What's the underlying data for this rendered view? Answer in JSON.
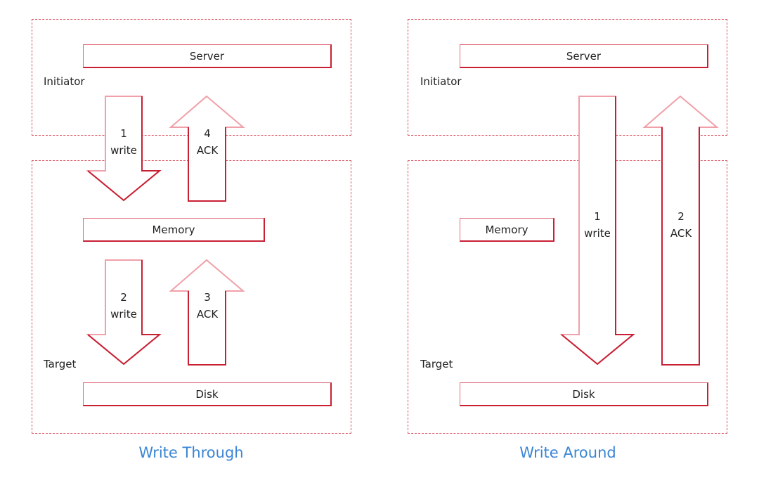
{
  "colors": {
    "accent": "#d9505f",
    "arrow_light": "#f0a0a8",
    "arrow_dark": "#c81f33",
    "caption": "#3a86d4"
  },
  "panels": [
    {
      "caption": "Write Through",
      "initiator_label": "Initiator",
      "target_label": "Target",
      "server": "Server",
      "memory": "Memory",
      "disk": "Disk",
      "arrows": [
        {
          "num": "1",
          "text": "write",
          "direction": "down"
        },
        {
          "num": "4",
          "text": "ACK",
          "direction": "up"
        },
        {
          "num": "2",
          "text": "write",
          "direction": "down"
        },
        {
          "num": "3",
          "text": "ACK",
          "direction": "up"
        }
      ]
    },
    {
      "caption": "Write Around",
      "initiator_label": "Initiator",
      "target_label": "Target",
      "server": "Server",
      "memory": "Memory",
      "disk": "Disk",
      "arrows": [
        {
          "num": "1",
          "text": "write",
          "direction": "down"
        },
        {
          "num": "2",
          "text": "ACK",
          "direction": "up"
        }
      ]
    }
  ]
}
